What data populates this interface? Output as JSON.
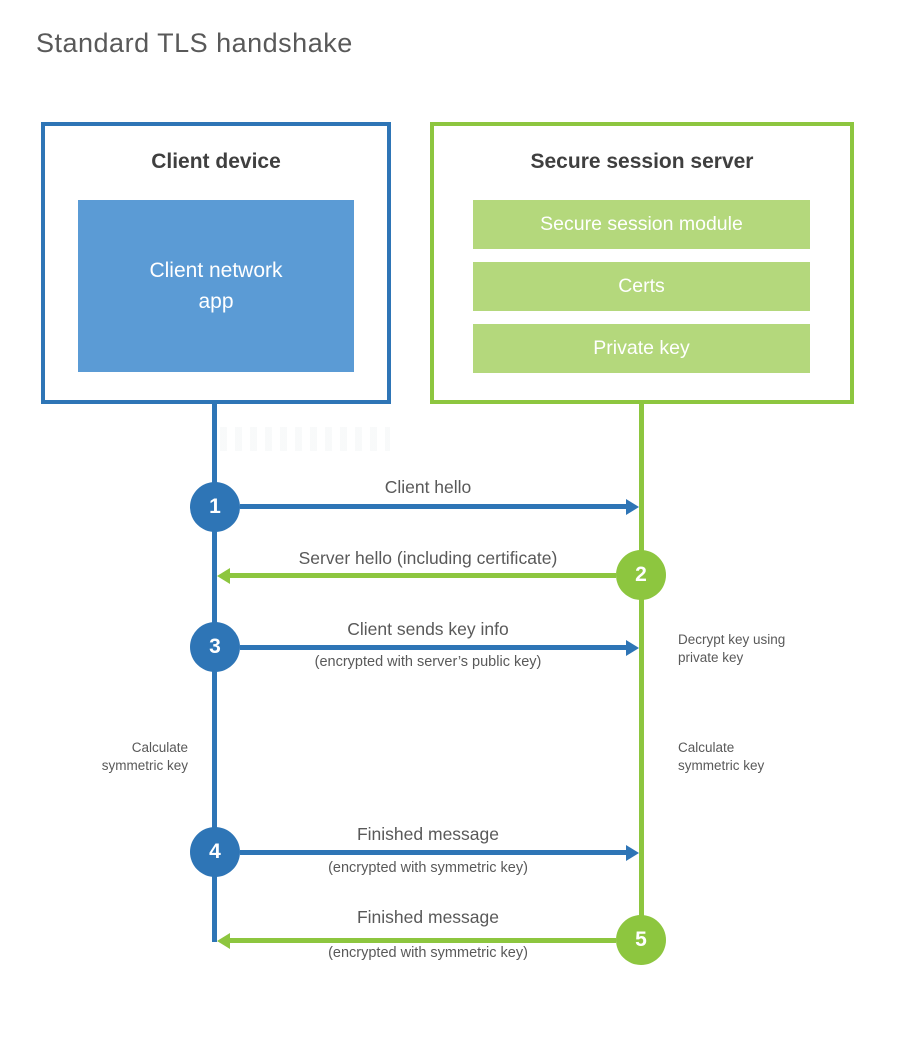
{
  "title": "Standard TLS handshake",
  "client": {
    "title": "Client device",
    "app_line1": "Client network",
    "app_line2": "app"
  },
  "server": {
    "title": "Secure session server",
    "modules": [
      "Secure session module",
      "Certs",
      "Private key"
    ]
  },
  "steps": [
    {
      "number": "1",
      "label": "Client hello",
      "direction": "right",
      "actor": "client"
    },
    {
      "number": "2",
      "label": "Server hello (including certificate)",
      "direction": "left",
      "actor": "server"
    },
    {
      "number": "3",
      "label": "Client sends key info",
      "sublabel": "(encrypted with server’s public key)",
      "direction": "right",
      "actor": "client"
    },
    {
      "number": "4",
      "label": "Finished message",
      "sublabel": "(encrypted with symmetric key)",
      "direction": "right",
      "actor": "client"
    },
    {
      "number": "5",
      "label": "Finished message",
      "sublabel": "(encrypted with symmetric key)",
      "direction": "left",
      "actor": "server"
    }
  ],
  "notes": {
    "decrypt": "Decrypt key using private key",
    "calculate_left": "Calculate symmetric key",
    "calculate_right": "Calculate symmetric key"
  },
  "colors": {
    "blue": "#2e75b6",
    "blue_fill": "#5b9bd5",
    "green": "#8dc63f",
    "green_fill": "#b4d87c",
    "heading_text": "#3f3f3f",
    "label_text": "#595959"
  }
}
